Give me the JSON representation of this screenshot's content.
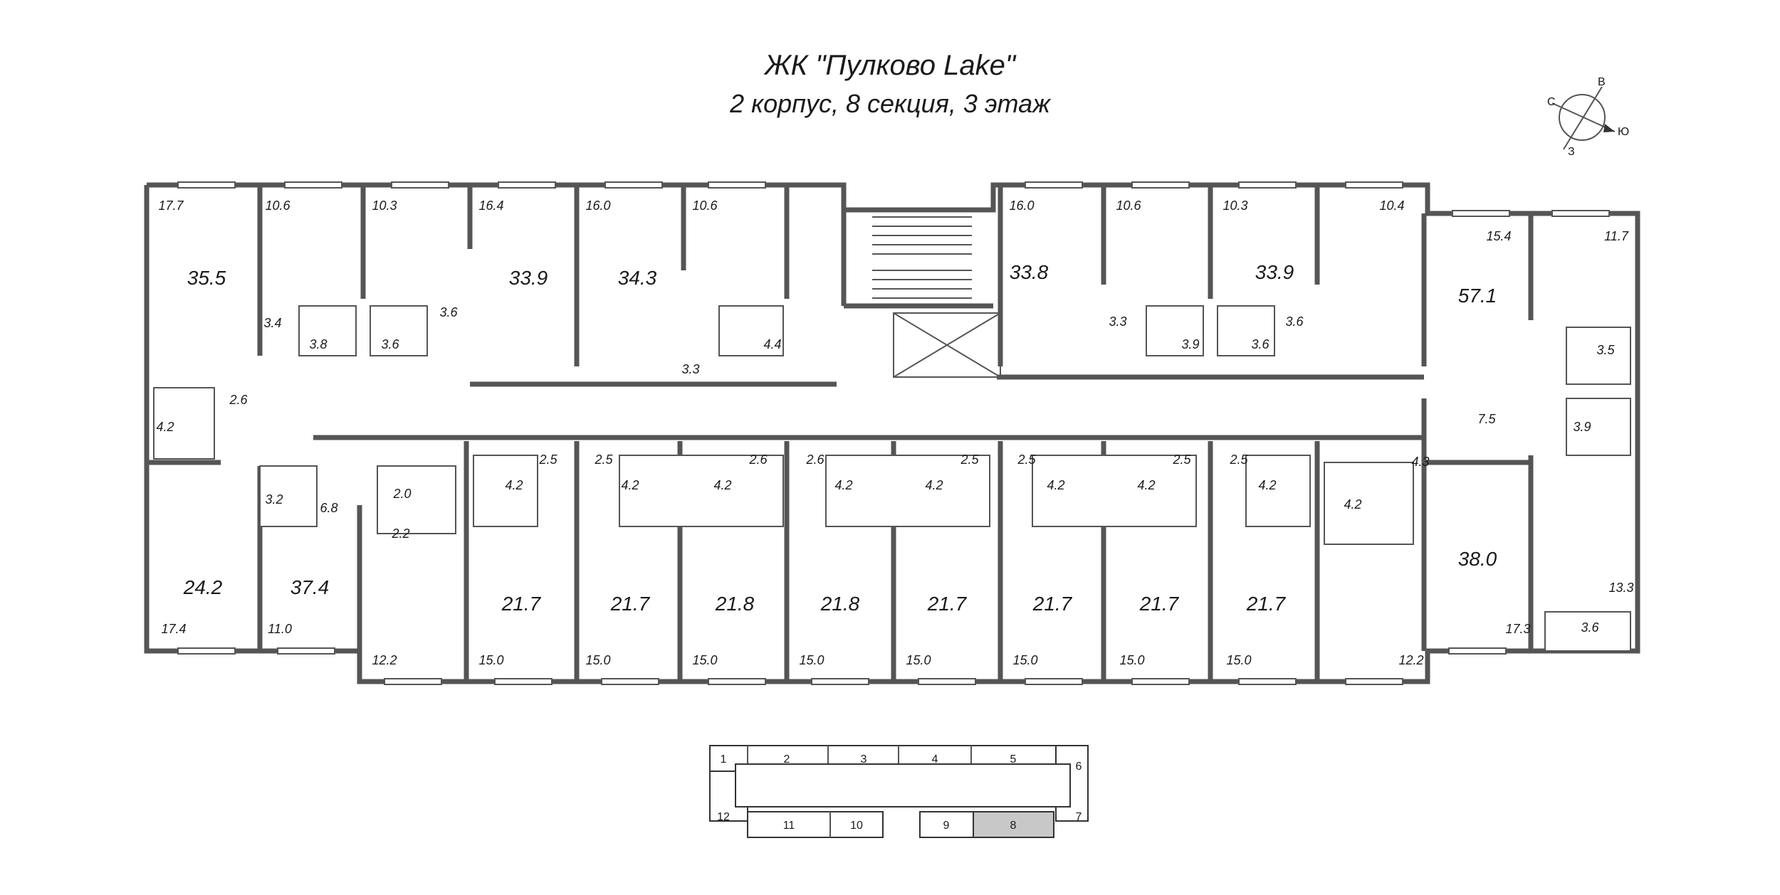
{
  "header": {
    "title": "ЖК \"Пулково Lake\"",
    "subtitle": "2 корпус, 8 секция, 3 этаж"
  },
  "compass": {
    "n": "С",
    "e": "В",
    "s": "Ю",
    "w": "З"
  },
  "apartments_top": [
    {
      "total": "35.5",
      "room": "17.7",
      "bath": "3.8",
      "hall": "3.4"
    },
    {
      "total": "",
      "room": "10.6",
      "bath": "3.6",
      "hall": ""
    },
    {
      "total": "33.9",
      "room": "10.3",
      "kitchen": "16.4",
      "hall": "3.6"
    },
    {
      "total": "34.3",
      "room": "16.0",
      "bath": "4.4",
      "hall": "3.3"
    },
    {
      "total": "",
      "room": "10.6"
    },
    {
      "total": "33.8",
      "room": "16.0",
      "bath": "3.9",
      "hall": "3.3"
    },
    {
      "total": "",
      "room": "10.6",
      "bath": "3.6"
    },
    {
      "total": "33.9",
      "room": "10.3",
      "kitchen": "10.4",
      "hall": "3.6"
    },
    {
      "total": "57.1",
      "room": "15.4",
      "room2": "11.7",
      "bath": "3.5",
      "bath2": "3.9",
      "hall": "7.5"
    }
  ],
  "labels": {
    "l_177": "17.7",
    "l_106a": "10.6",
    "l_103a": "10.3",
    "l_164": "16.4",
    "l_160a": "16.0",
    "l_106b": "10.6",
    "l_160b": "16.0",
    "l_106c": "10.6",
    "l_103b": "10.3",
    "l_104": "10.4",
    "l_154": "15.4",
    "l_117": "11.7",
    "b_355": "35.5",
    "b_339a": "33.9",
    "b_343": "34.3",
    "b_338": "33.8",
    "b_339b": "33.9",
    "b_571": "57.1",
    "s_34": "3.4",
    "s_38": "3.8",
    "s_36a": "3.6",
    "s_36b": "3.6",
    "s_44": "4.4",
    "s_33a": "3.3",
    "s_33b": "3.3",
    "s_39a": "3.9",
    "s_36c": "3.6",
    "s_36d": "3.6",
    "s_35": "3.5",
    "s_26a": "2.6",
    "s_42a": "4.2",
    "s_75": "7.5",
    "s_39b": "3.9",
    "s_32": "3.2",
    "s_68": "6.8",
    "s_20": "2.0",
    "s_22": "2.2",
    "s_25a": "2.5",
    "s_42b": "4.2",
    "s_25b": "2.5",
    "s_42c": "4.2",
    "s_42d": "4.2",
    "s_26b": "2.6",
    "s_26c": "2.6",
    "s_42e": "4.2",
    "s_42f": "4.2",
    "s_25c": "2.5",
    "s_25d": "2.5",
    "s_42g": "4.2",
    "s_42h": "4.2",
    "s_25e": "2.5",
    "s_25f": "2.5",
    "s_42i": "4.2",
    "s_42j": "4.2",
    "s_43": "4.3",
    "b_242": "24.2",
    "b_374": "37.4",
    "b_217a": "21.7",
    "b_217b": "21.7",
    "b_218a": "21.8",
    "b_218b": "21.8",
    "b_217c": "21.7",
    "b_217d": "21.7",
    "b_217e": "21.7",
    "b_217f": "21.7",
    "b_380": "38.0",
    "l_174": "17.4",
    "l_110": "11.0",
    "l_122a": "12.2",
    "l_150a": "15.0",
    "l_150b": "15.0",
    "l_150c": "15.0",
    "l_150d": "15.0",
    "l_150e": "15.0",
    "l_150f": "15.0",
    "l_150g": "15.0",
    "l_150h": "15.0",
    "l_122b": "12.2",
    "l_173": "17.3",
    "l_133": "13.3",
    "s_36e": "3.6"
  },
  "key_plan": {
    "sections": [
      "1",
      "2",
      "3",
      "4",
      "5",
      "6",
      "7",
      "8",
      "9",
      "10",
      "11",
      "12"
    ],
    "highlighted": "8"
  }
}
